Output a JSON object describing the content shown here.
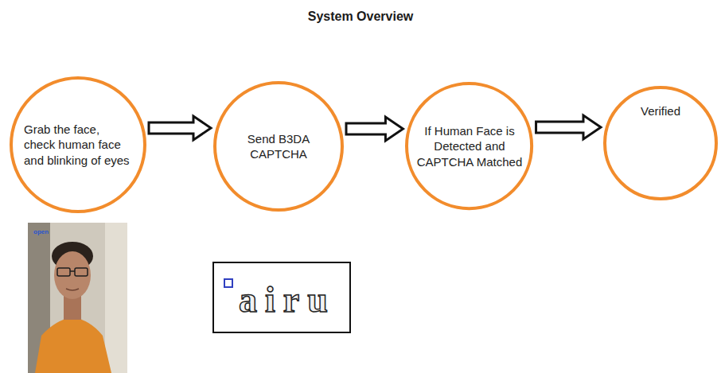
{
  "diagram": {
    "title": "System Overview",
    "nodes": [
      {
        "text": [
          "Grab the face, check human face and blinking of eyes"
        ]
      },
      {
        "text": [
          "Send B3DA CAPTCHA"
        ]
      },
      {
        "text": [
          "If Human Face is Detected and CAPTCHA Matched"
        ]
      },
      {
        "text": [
          "Verified"
        ]
      }
    ],
    "edges": [
      {
        "from": 0,
        "to": 1,
        "arrow": "to"
      },
      {
        "from": 1,
        "to": 2,
        "arrow": "to"
      },
      {
        "from": 2,
        "to": 3,
        "arrow": "to"
      }
    ],
    "labels": [
      "open",
      "airu"
    ]
  }
}
